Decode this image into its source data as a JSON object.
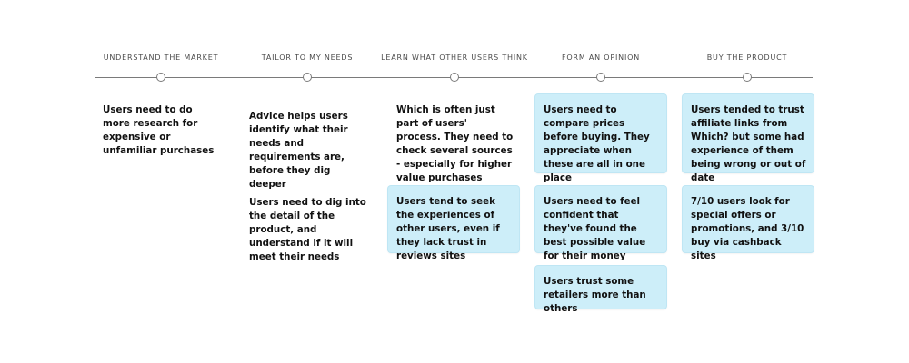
{
  "stages": [
    {
      "label": "UNDERSTAND THE MARKET"
    },
    {
      "label": "TAILOR TO MY NEEDS"
    },
    {
      "label": "LEARN WHAT OTHER USERS THINK"
    },
    {
      "label": "FORM AN OPINION"
    },
    {
      "label": "BUY THE PRODUCT"
    }
  ],
  "notes": {
    "market_1": "Users need to do more research for expensive or unfamiliar purchases",
    "tailor_1": "Advice helps users identify what their needs and requirements are, before they dig deeper",
    "tailor_2": "Users need to dig into the detail of the product, and understand if it will meet their needs",
    "learn_1": "Which is often just part of users' process. They need to check several sources - especially for higher value purchases",
    "learn_2": "Users tend to seek the experiences of other users, even if they lack trust in reviews sites",
    "opinion_1": "Users need to compare prices before buying. They appreciate when these are all in one place",
    "opinion_2": "Users need to feel confident that they've found the best possible value for their money",
    "opinion_3": "Users trust some retailers more than others",
    "buy_1": "Users tended to trust affiliate links from Which? but some had experience of them being wrong or out of date",
    "buy_2": "7/10 users look for special offers or promotions, and 3/10 buy via cashback sites"
  },
  "colors": {
    "highlight_note": "#cdeef9",
    "timeline": "#7a7a7a"
  }
}
